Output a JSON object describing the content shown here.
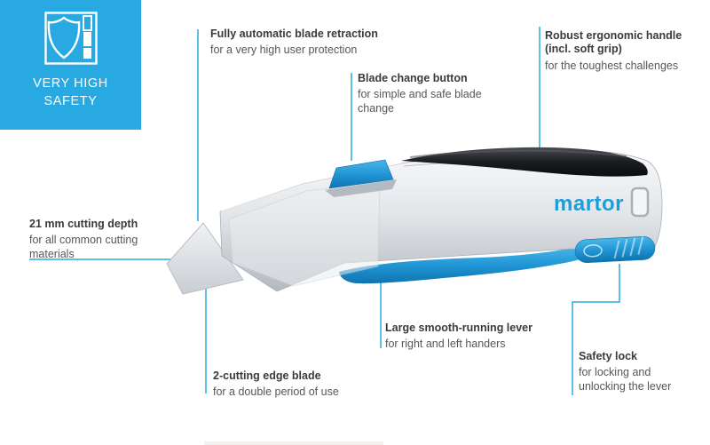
{
  "badge": {
    "line1": "VERY HIGH",
    "line2": "SAFETY",
    "bg_color": "#29a9e1",
    "icon": "shield-and-blade-icon"
  },
  "brand": {
    "logo_text": "martor",
    "logo_color": "#1b9ed9"
  },
  "callouts": [
    {
      "id": "blade-retraction",
      "title": "Fully automatic blade retraction",
      "description": "for a very high user protection"
    },
    {
      "id": "blade-change-button",
      "title": "Blade change button",
      "description": "for simple and safe blade change"
    },
    {
      "id": "ergonomic-handle",
      "title": "Robust ergonomic handle (incl. soft grip)",
      "description": "for the toughest challenges"
    },
    {
      "id": "cutting-depth",
      "title": "21 mm cutting depth",
      "description": "for all common cutting materials"
    },
    {
      "id": "cutting-edge-blade",
      "title": "2-cutting edge blade",
      "description": "for a double period of use"
    },
    {
      "id": "smooth-lever",
      "title": "Large smooth-running lever",
      "description": "for right and left handers"
    },
    {
      "id": "safety-lock",
      "title": "Safety lock",
      "description": "for locking and unlocking the lever"
    }
  ],
  "colors": {
    "accent_cyan": "#29abe2",
    "title_text": "#3a3a39",
    "body_text": "#575756",
    "knife_blue": "#2196d6",
    "grip_black": "#1a1b1d",
    "silver": "#c9ced3"
  }
}
